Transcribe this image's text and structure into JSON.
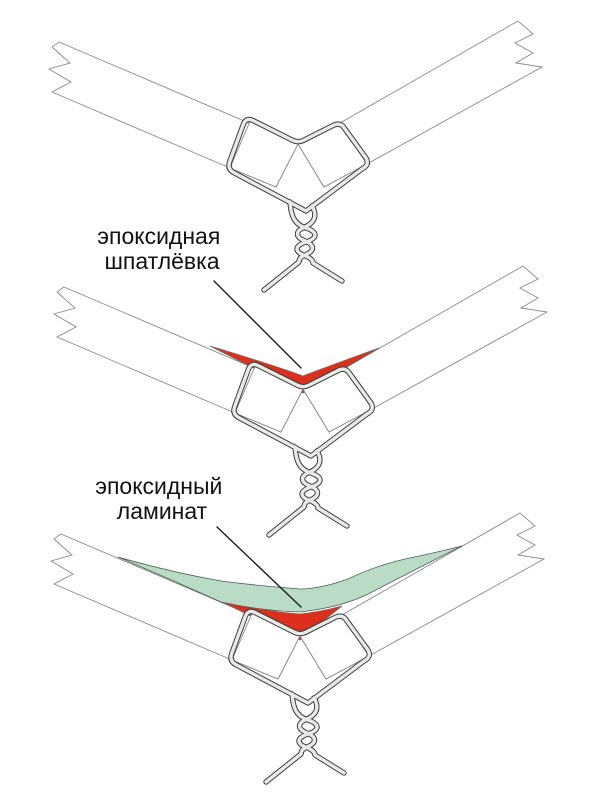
{
  "figure": {
    "background": "#ffffff",
    "labels": {
      "putty": {
        "line1": "эпоксидная",
        "line2": "шпатлёвка"
      },
      "laminate": {
        "line1": "эпоксидный",
        "line2": "ламинат"
      }
    },
    "colors": {
      "epoxy_putty_red": "#de2e1c",
      "putty_outline": "#6b6b6b",
      "laminate_green": "#badcc7",
      "laminate_outline": "#49614f",
      "wire_light": "#e9e9e7",
      "wire_dark": "#3b3b3b",
      "panel_line": "#8a8a8a",
      "label_text": "#111111",
      "callout": "#1c1c1c"
    }
  }
}
